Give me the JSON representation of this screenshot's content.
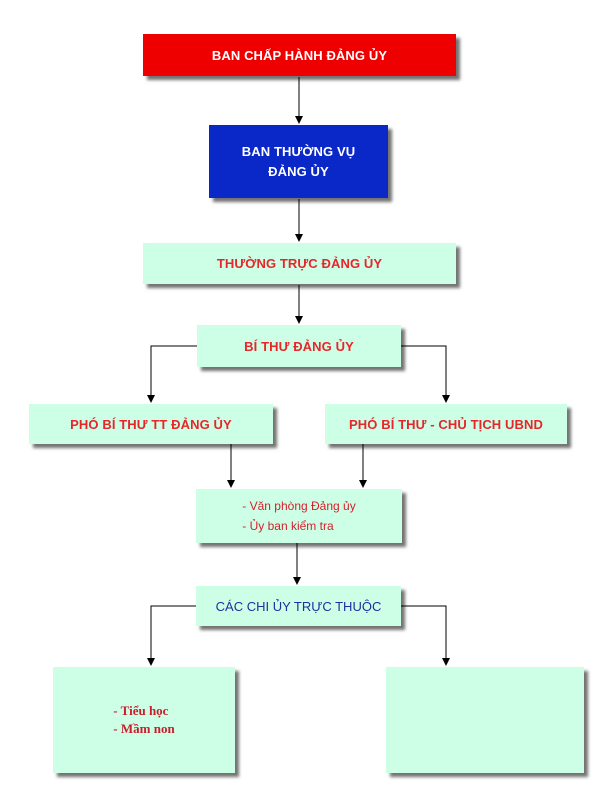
{
  "nodes": {
    "ban_chap_hanh": "BAN CHẤP HÀNH ĐẢNG ỦY",
    "ban_thuong_vu": [
      "BAN THƯỜNG VỤ",
      "ĐẢNG ỦY"
    ],
    "thuong_truc": "THƯỜNG TRỰC ĐẢNG ỦY",
    "bi_thu": "BÍ THƯ ĐẢNG ỦY",
    "pho_bi_thu_tt": "PHÓ BÍ THƯ TT ĐẢNG ỦY",
    "pho_bi_thu_ct": "PHÓ BÍ THƯ - CHỦ TỊCH UBND",
    "van_phong": [
      "- Văn phòng Đảng ủy",
      "- Ủy ban kiểm tra"
    ],
    "cac_chi_uy": "CÁC CHI ỦY TRỰC THUỘC",
    "truong_hoc": [
      "- Tiểu học",
      "- Mầm non"
    ],
    "empty_box": ""
  },
  "colors": {
    "red_box": "#ee0000",
    "blue_box": "#0a28c8",
    "mint_box": "#ccffe6",
    "red_text": "#e8262a",
    "blue_text": "#1f2f9e"
  }
}
